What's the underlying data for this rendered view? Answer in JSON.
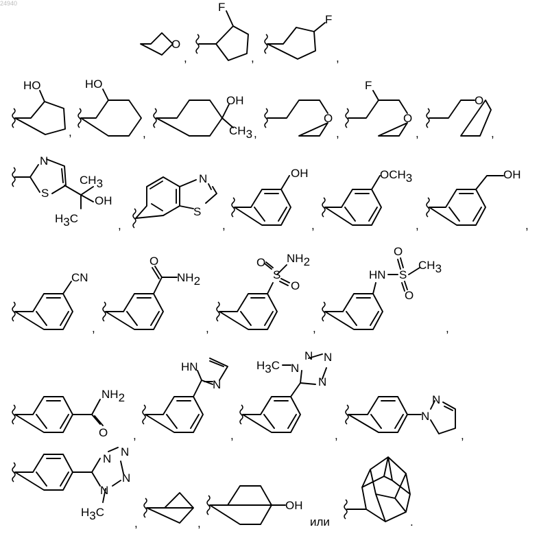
{
  "page_id": "24940",
  "separator": ",",
  "final_mark": ".",
  "connector_word": "или",
  "labels": {
    "O": "O",
    "F": "F",
    "OH": "OH",
    "HO": "HO",
    "CH3": "CH",
    "H3C": "H",
    "sub3": "3",
    "N": "N",
    "S": "S",
    "OCH3": "OCH",
    "CN": "CN",
    "NH2": "NH",
    "sub2": "2",
    "HN": "HN",
    "C_of_H3C": "C",
    "N_methyl": "N"
  },
  "structures": [
    {
      "name": "oxetanyl"
    },
    {
      "name": "2-fluorocyclopentyl"
    },
    {
      "name": "3-fluorocyclopentyl"
    },
    {
      "name": "2-hydroxycyclopentyl"
    },
    {
      "name": "2-hydroxycyclohexyl"
    },
    {
      "name": "4-hydroxy-4-methylcyclohexyl"
    },
    {
      "name": "tetrahydropyran-4-yl"
    },
    {
      "name": "3-fluorotetrahydropyran-4-yl"
    },
    {
      "name": "tetrahydropyran-3-yl"
    },
    {
      "name": "thiazolyl-hydroxypropyl"
    },
    {
      "name": "benzothiazol-6-yl"
    },
    {
      "name": "3-hydroxyphenyl"
    },
    {
      "name": "3-methoxyphenyl"
    },
    {
      "name": "3-hydroxymethylphenyl"
    },
    {
      "name": "3-cyanophenyl"
    },
    {
      "name": "3-carbamoylphenyl"
    },
    {
      "name": "3-sulfamoylphenyl"
    },
    {
      "name": "3-methanesulfonamidophenyl"
    },
    {
      "name": "4-carbamoylphenyl"
    },
    {
      "name": "3-imidazolylphenyl"
    },
    {
      "name": "3-methyltetrazolylphenyl"
    },
    {
      "name": "4-pyrazolylphenyl"
    },
    {
      "name": "4-methyltetrazolylphenyl"
    },
    {
      "name": "bicyclopentyl"
    },
    {
      "name": "4-hydroxybicyclooctyl"
    },
    {
      "name": "adamantyl"
    }
  ]
}
